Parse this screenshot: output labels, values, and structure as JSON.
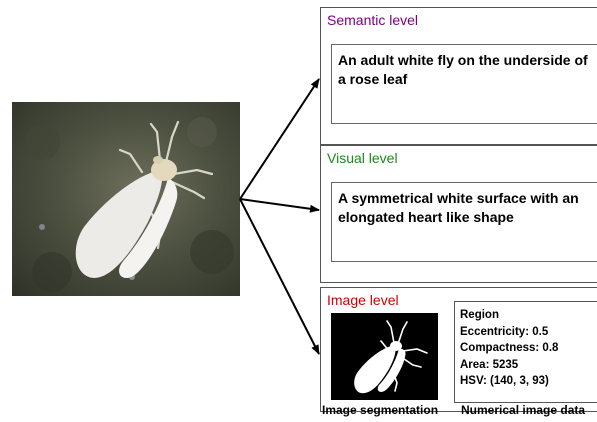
{
  "colors": {
    "semantic_title": "#800080",
    "visual_title": "#1a8a1a",
    "image_title": "#cc0000"
  },
  "semantic": {
    "title": "Semantic level",
    "description": "An adult white fly on the underside of a rose leaf"
  },
  "visual": {
    "title": "Visual level",
    "description": "A symmetrical white surface with an elongated heart like shape"
  },
  "image_level": {
    "title": "Image level",
    "numerical": {
      "region": "Region",
      "eccentricity": "Eccentricity: 0.5",
      "compactness": "Compactness: 0.8",
      "area": "Area: 5235",
      "hsv": "HSV: (140, 3, 93)"
    },
    "segmentation_caption": "Image segmentation",
    "numerical_caption": "Numerical image data"
  }
}
